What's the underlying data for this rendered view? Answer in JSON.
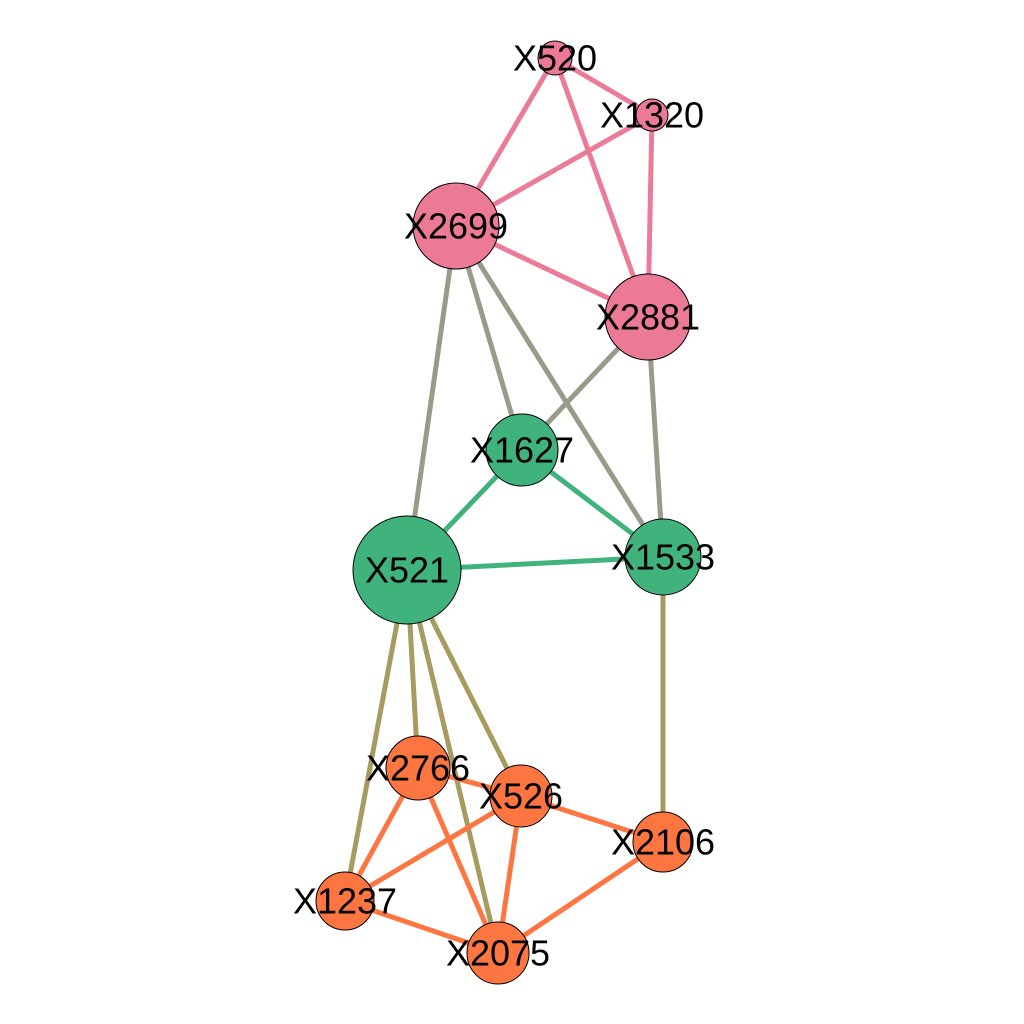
{
  "colors": {
    "cluster_pink": "#EC7A96",
    "cluster_green": "#40B37C",
    "cluster_orange": "#FD7540",
    "edge_pink": "#EA7C98",
    "edge_green": "#40B37C",
    "edge_orange": "#FD7540",
    "edge_gray": "#9A9A89",
    "edge_olive": "#A89B60",
    "node_outline": "#000000",
    "label_text": "#000000"
  },
  "nodes": [
    {
      "id": "X520",
      "label": "X520",
      "cluster": "pink"
    },
    {
      "id": "X1320",
      "label": "X1320",
      "cluster": "pink"
    },
    {
      "id": "X2699",
      "label": "X2699",
      "cluster": "pink"
    },
    {
      "id": "X2881",
      "label": "X2881",
      "cluster": "pink"
    },
    {
      "id": "X1627",
      "label": "X1627",
      "cluster": "green"
    },
    {
      "id": "X521",
      "label": "X521",
      "cluster": "green"
    },
    {
      "id": "X1533",
      "label": "X1533",
      "cluster": "green"
    },
    {
      "id": "X2766",
      "label": "X2766",
      "cluster": "orange"
    },
    {
      "id": "X526",
      "label": "X526",
      "cluster": "orange"
    },
    {
      "id": "X2106",
      "label": "X2106",
      "cluster": "orange"
    },
    {
      "id": "X1237",
      "label": "X1237",
      "cluster": "orange"
    },
    {
      "id": "X2075",
      "label": "X2075",
      "cluster": "orange"
    }
  ],
  "edges": [
    {
      "source": "X520",
      "target": "X1320",
      "type": "pink"
    },
    {
      "source": "X520",
      "target": "X2699",
      "type": "pink"
    },
    {
      "source": "X520",
      "target": "X2881",
      "type": "pink"
    },
    {
      "source": "X1320",
      "target": "X2699",
      "type": "pink"
    },
    {
      "source": "X1320",
      "target": "X2881",
      "type": "pink"
    },
    {
      "source": "X2699",
      "target": "X2881",
      "type": "pink"
    },
    {
      "source": "X2699",
      "target": "X521",
      "type": "gray"
    },
    {
      "source": "X2699",
      "target": "X1627",
      "type": "gray"
    },
    {
      "source": "X2699",
      "target": "X1533",
      "type": "gray"
    },
    {
      "source": "X2881",
      "target": "X1627",
      "type": "gray"
    },
    {
      "source": "X2881",
      "target": "X1533",
      "type": "gray"
    },
    {
      "source": "X1627",
      "target": "X521",
      "type": "green"
    },
    {
      "source": "X1627",
      "target": "X1533",
      "type": "green"
    },
    {
      "source": "X521",
      "target": "X1533",
      "type": "green"
    },
    {
      "source": "X521",
      "target": "X2766",
      "type": "olive"
    },
    {
      "source": "X521",
      "target": "X526",
      "type": "olive"
    },
    {
      "source": "X521",
      "target": "X1237",
      "type": "olive"
    },
    {
      "source": "X521",
      "target": "X2075",
      "type": "olive"
    },
    {
      "source": "X1533",
      "target": "X2106",
      "type": "olive"
    },
    {
      "source": "X2766",
      "target": "X526",
      "type": "orange"
    },
    {
      "source": "X2766",
      "target": "X1237",
      "type": "orange"
    },
    {
      "source": "X2766",
      "target": "X2075",
      "type": "orange"
    },
    {
      "source": "X526",
      "target": "X1237",
      "type": "orange"
    },
    {
      "source": "X526",
      "target": "X2075",
      "type": "orange"
    },
    {
      "source": "X526",
      "target": "X2106",
      "type": "orange"
    },
    {
      "source": "X1237",
      "target": "X2075",
      "type": "orange"
    },
    {
      "source": "X2075",
      "target": "X2106",
      "type": "orange"
    }
  ]
}
